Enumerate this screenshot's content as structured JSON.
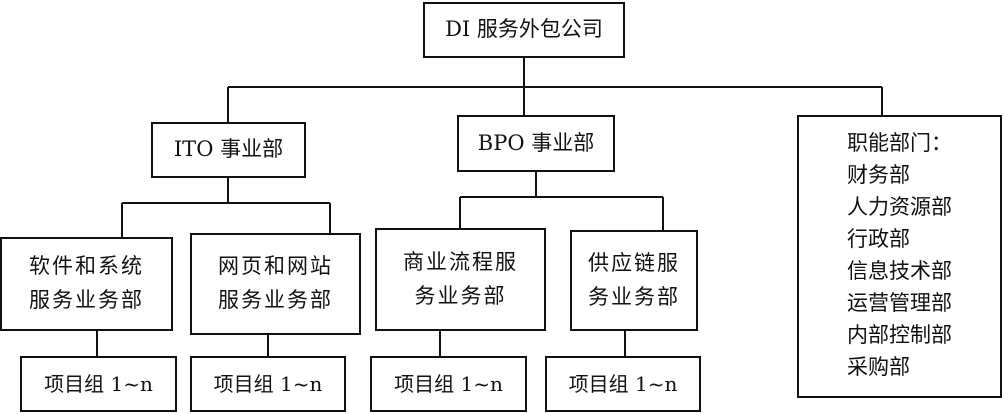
{
  "diagram": {
    "root": "DI 服务外包公司",
    "ito": "ITO 事业部",
    "bpo": "BPO 事业部",
    "functional": {
      "title": "职能部门：",
      "items": [
        "财务部",
        "人力资源部",
        "行政部",
        "信息技术部",
        "运营管理部",
        "内部控制部",
        "采购部"
      ]
    },
    "units": {
      "software": [
        "软件和系统",
        "服务业务部"
      ],
      "web": [
        "网页和网站",
        "服务业务部"
      ],
      "business_process": [
        "商业流程服",
        "务业务部"
      ],
      "supply_chain": [
        "供应链服",
        "务业务部"
      ]
    },
    "project_group": "项目组 1~n"
  }
}
